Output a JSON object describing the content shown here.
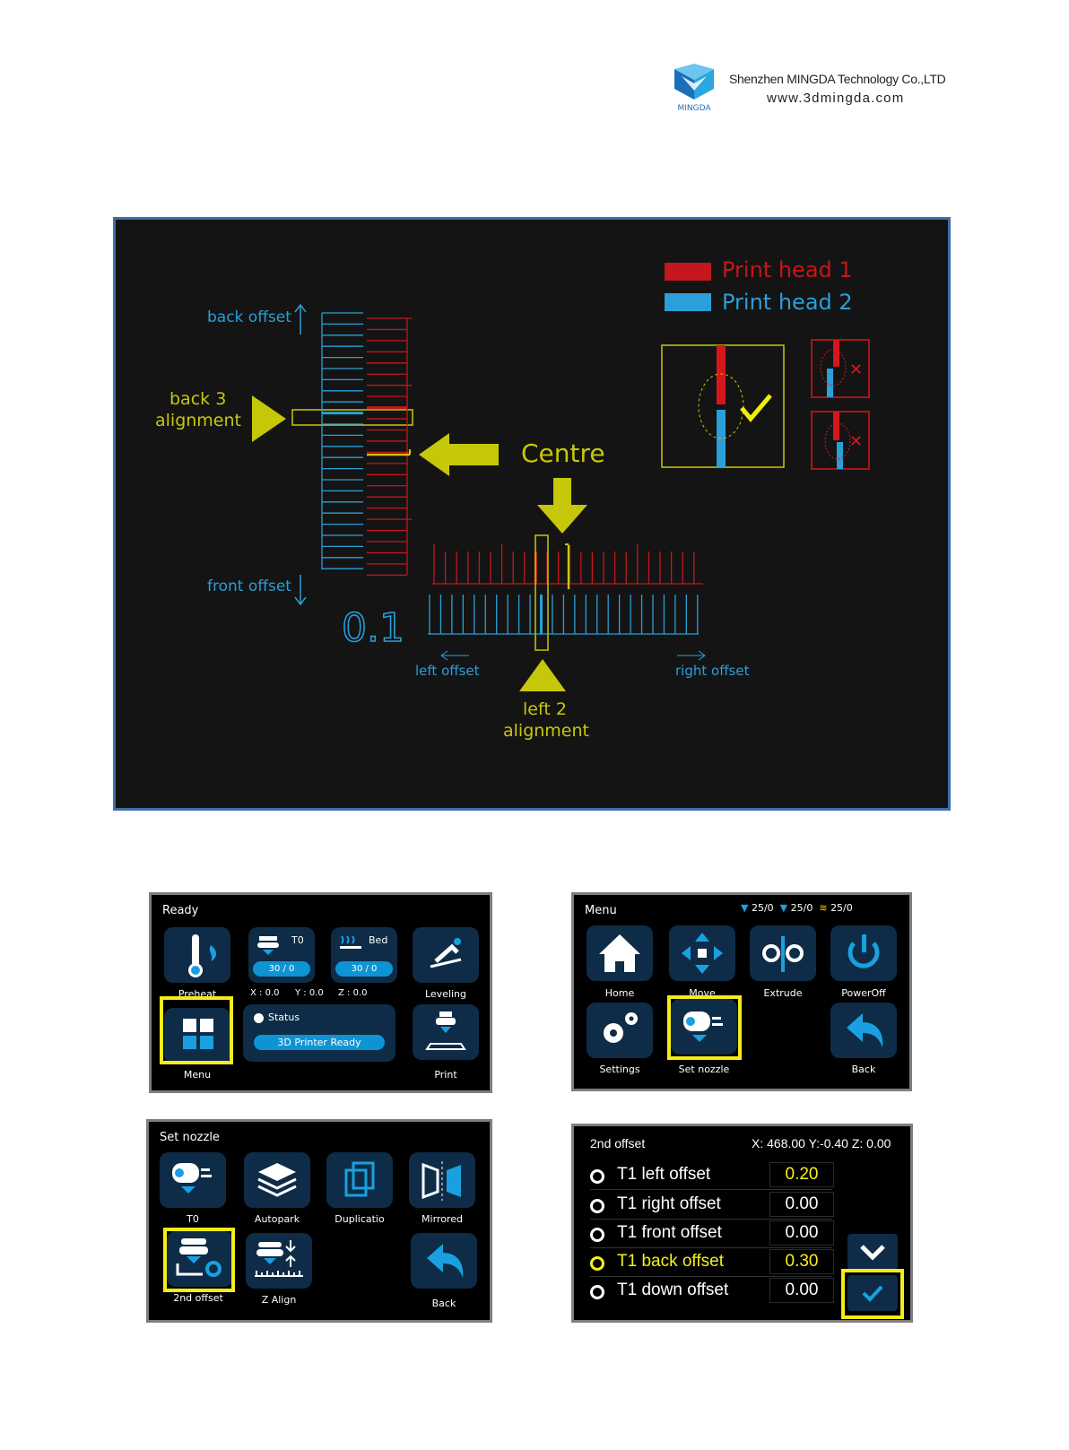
{
  "header": {
    "company": "Shenzhen MINGDA Technology Co.,LTD",
    "website": "www.3dmingda.com",
    "logo_text": "MINGDA"
  },
  "diagram": {
    "legend": [
      {
        "label": "Print head 1",
        "color": "#c4161c"
      },
      {
        "label": "Print head 2",
        "color": "#2a9fd8"
      }
    ],
    "back_offset": "back offset",
    "front_offset": "front offset",
    "back_alignment_line1": "back 3",
    "back_alignment_line2": "alignment",
    "centre": "Centre",
    "step": "0.1",
    "left_offset": "left offset",
    "right_offset": "right offset",
    "left_alignment_line1": "left 2",
    "left_alignment_line2": "alignment",
    "highlight_color": "#c7c70a"
  },
  "screen1": {
    "title": "Ready",
    "tiles": {
      "preheat": "Preheat",
      "t0": "T0",
      "t0_temp": "30 / 0",
      "bed": "Bed",
      "bed_temp": "30 / 0",
      "leveling": "Leveling",
      "menu": "Menu",
      "print": "Print"
    },
    "coords": {
      "x": "X : 0.0",
      "y": "Y : 0.0",
      "z": "Z : 0.0"
    },
    "status_label": "Status",
    "status_value": "3D Printer Ready"
  },
  "screen2": {
    "title": "Menu",
    "temps": [
      "25/0",
      "25/0",
      "25/0"
    ],
    "tiles": {
      "home": "Home",
      "move": "Move",
      "extrude": "Extrude",
      "poweroff": "PowerOff",
      "settings": "Settings",
      "set_nozzle": "Set nozzle",
      "back": "Back"
    }
  },
  "screen3": {
    "title": "Set nozzle",
    "tiles": {
      "t0": "T0",
      "autopark": "Autopark",
      "duplication": "Duplicatio",
      "mirrored": "Mirrored",
      "second_offset": "2nd offset",
      "z_align": "Z Align",
      "back": "Back"
    }
  },
  "screen4": {
    "title": "2nd offset",
    "position": "X: 468.00 Y:-0.40 Z: 0.00",
    "rows": [
      {
        "label": "T1 left offset",
        "value": "0.20"
      },
      {
        "label": "T1 right offset",
        "value": "0.00"
      },
      {
        "label": "T1 front offset",
        "value": "0.00"
      },
      {
        "label": "T1 back offset",
        "value": "0.30"
      },
      {
        "label": "T1 down offset",
        "value": "0.00"
      }
    ]
  }
}
